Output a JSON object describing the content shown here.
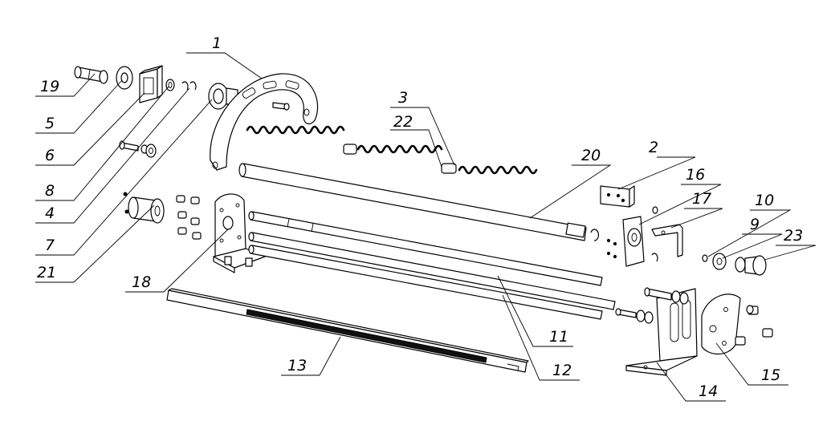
{
  "colors": {
    "line": "#000000",
    "background": "#ffffff"
  },
  "callouts": {
    "c1": "1",
    "c2": "2",
    "c3": "3",
    "c4": "4",
    "c5": "5",
    "c6": "6",
    "c7": "7",
    "c8": "8",
    "c9": "9",
    "c10": "10",
    "c11": "11",
    "c12": "12",
    "c13": "13",
    "c14": "14",
    "c15": "15",
    "c16": "16",
    "c17": "17",
    "c18": "18",
    "c19": "19",
    "c20": "20",
    "c21": "21",
    "c22": "22",
    "c23": "23"
  }
}
